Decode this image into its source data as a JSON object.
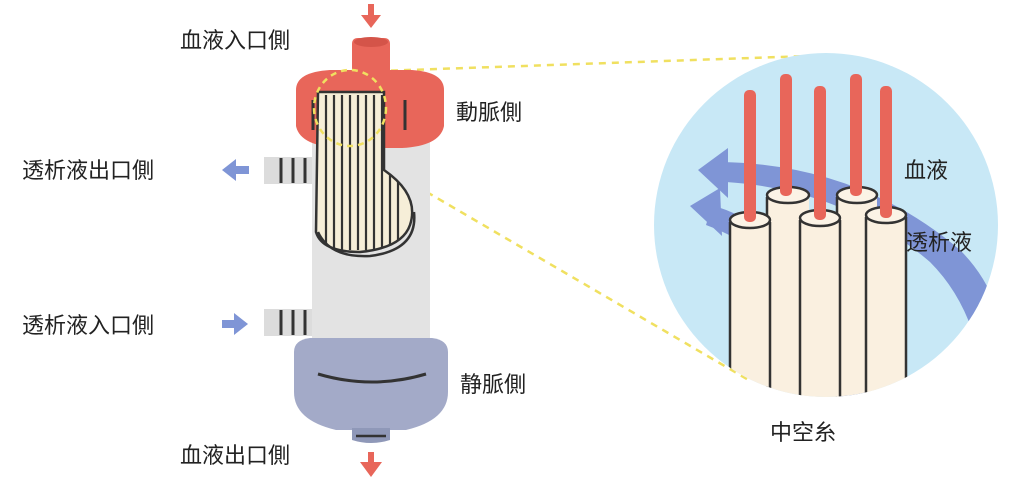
{
  "labels": {
    "blood_inlet": "血液入口側",
    "arterial_side": "動脈側",
    "dialysate_outlet": "透析液出口側",
    "dialysate_inlet": "透析液入口側",
    "venous_side": "静脈側",
    "blood_outlet": "血液出口側",
    "blood": "血液",
    "dialysate": "透析液",
    "hollow_fiber": "中空糸"
  },
  "colors": {
    "blood_red": "#e8665a",
    "dialysate_blue": "#7f95d6",
    "venous_cap": "#a0a8c6",
    "body_gray": "#e2e2e2",
    "fiber_cream": "#f8f0e0",
    "zoom_bg": "#c8e8f6",
    "guide_yellow": "#f0e060"
  },
  "icons": [
    "arrow-down-icon",
    "arrow-left-icon",
    "arrow-right-icon"
  ]
}
